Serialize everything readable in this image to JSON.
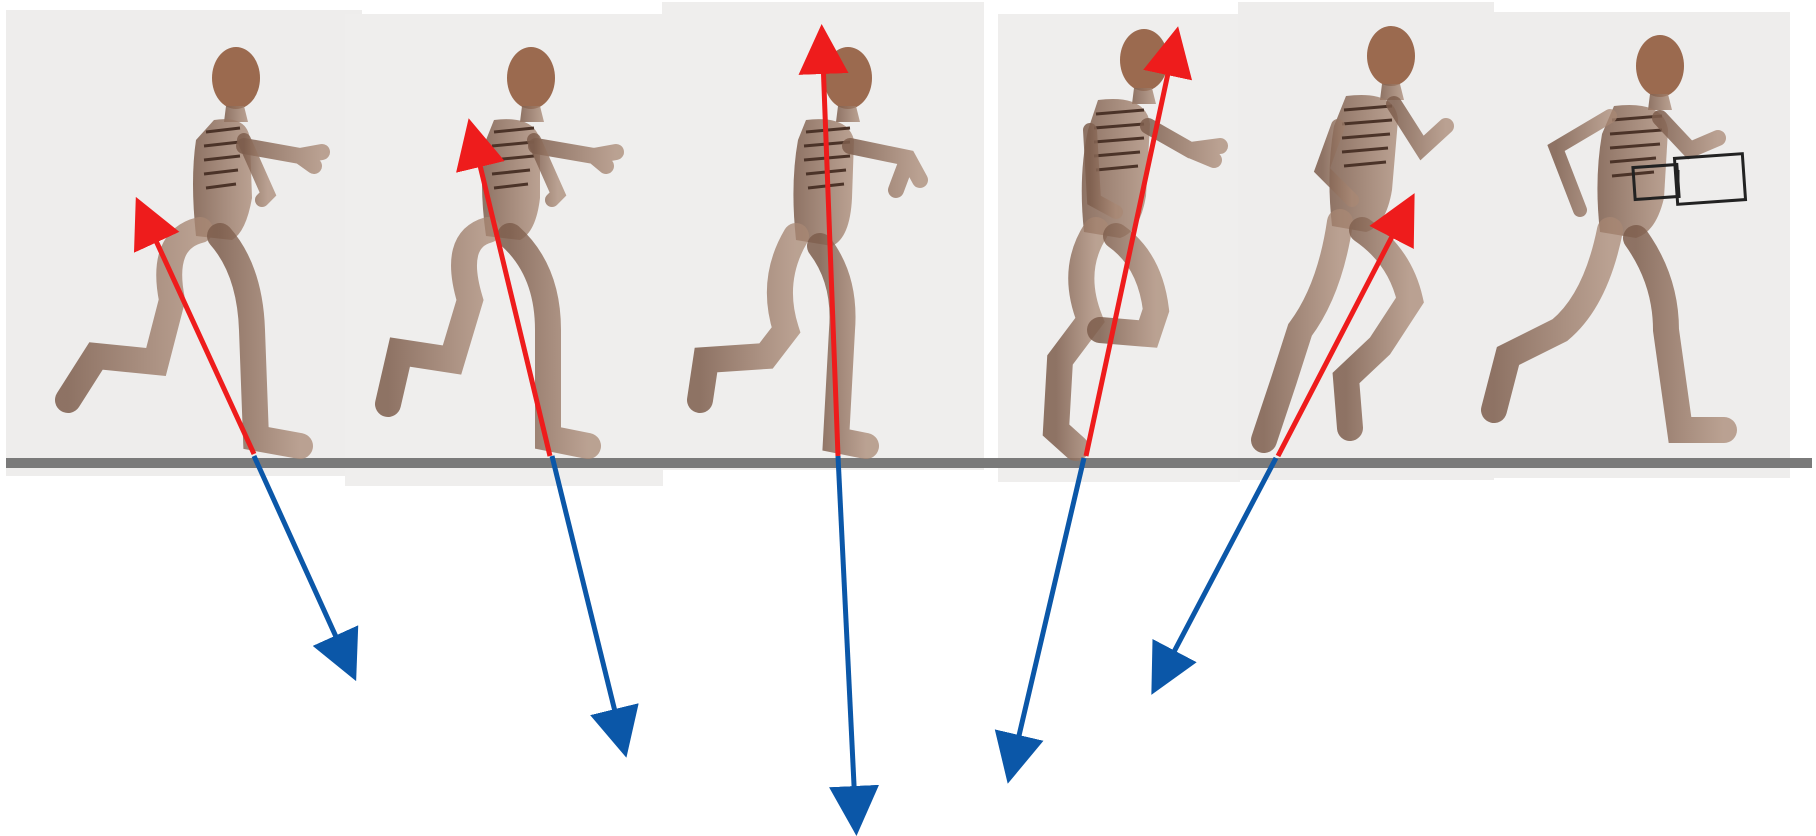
{
  "figure": {
    "frames": [
      {
        "pose": "running-stance-heel-strike",
        "reaction_force": "up-left",
        "applied_force": "down-right"
      },
      {
        "pose": "running-stance-early",
        "reaction_force": "up-left",
        "applied_force": "down-right"
      },
      {
        "pose": "running-midstance",
        "reaction_force": "up",
        "applied_force": "down"
      },
      {
        "pose": "running-stance-late",
        "reaction_force": "up-right",
        "applied_force": "down-left"
      },
      {
        "pose": "running-toe-off",
        "reaction_force": "up-right",
        "applied_force": "down-left"
      },
      {
        "pose": "running-swing-with-exoskeleton",
        "reaction_force": null,
        "applied_force": null
      }
    ],
    "colors": {
      "background": "#ffffff",
      "panel": "#eeedec",
      "ground": "#7a7a7a",
      "reaction_arrow": "#ee1c1c",
      "force_arrow": "#0b57a8",
      "body": "#8a6a58",
      "skin": "#9b6a4f",
      "bone": "#4b3328"
    },
    "icons": [
      "running-figure-icon",
      "reaction-force-arrow",
      "ground-force-arrow",
      "exoskeleton-frame-icon"
    ]
  }
}
